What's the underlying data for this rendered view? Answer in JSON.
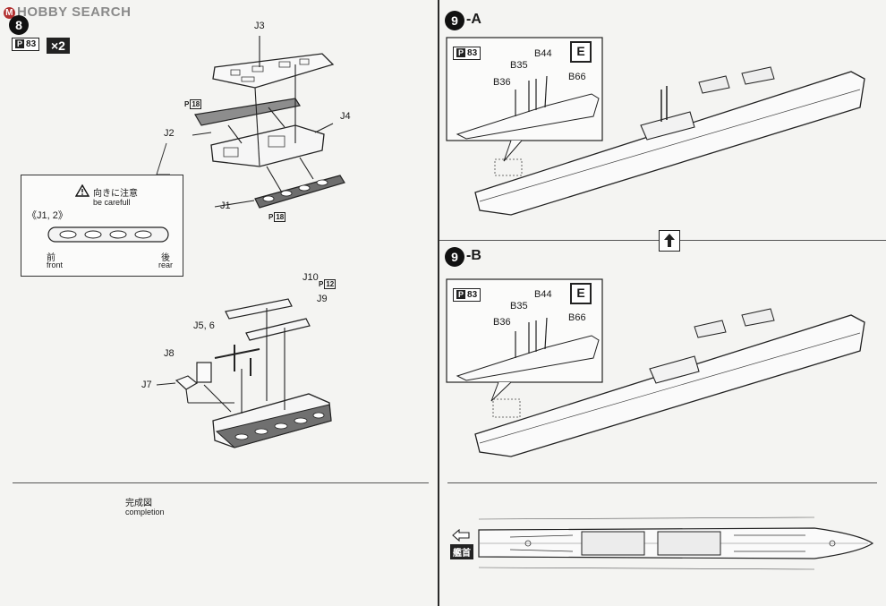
{
  "watermark": {
    "logo": "M",
    "text": "HOBBY SEARCH"
  },
  "step8": {
    "number": "8",
    "ph_badge": "83",
    "qty": "×2",
    "parts": {
      "j3": "J3",
      "j4": "J4",
      "j2": "J2",
      "j1": "J1",
      "j10": "J10",
      "j9": "J9",
      "j56": "J5, 6",
      "j8": "J8",
      "j7": "J7"
    },
    "ph_refs": {
      "top": "18",
      "bottom": "18",
      "j10": "12"
    },
    "callout": {
      "warning_jp": "向きに注意",
      "warning_en": "be carefull",
      "parts": "《J1, 2》",
      "front_jp": "前",
      "front_en": "front",
      "rear_jp": "後",
      "rear_en": "rear"
    },
    "completion_jp": "完成図",
    "completion_en": "completion"
  },
  "step9a": {
    "number": "9",
    "suffix": "-A",
    "ph_badge": "83",
    "e_tag": "E",
    "parts": {
      "b44": "B44",
      "b35": "B35",
      "b36": "B36",
      "b66": "B66"
    }
  },
  "step9b": {
    "number": "9",
    "suffix": "-B",
    "ph_badge": "83",
    "e_tag": "E",
    "parts": {
      "b44": "B44",
      "b35": "B35",
      "b36": "B36",
      "b66": "B66"
    }
  },
  "plan": {
    "bow_tag": "艦首"
  },
  "colors": {
    "ink": "#1a1a1a",
    "paper": "#f4f4f2",
    "hull": "#fafafa"
  }
}
